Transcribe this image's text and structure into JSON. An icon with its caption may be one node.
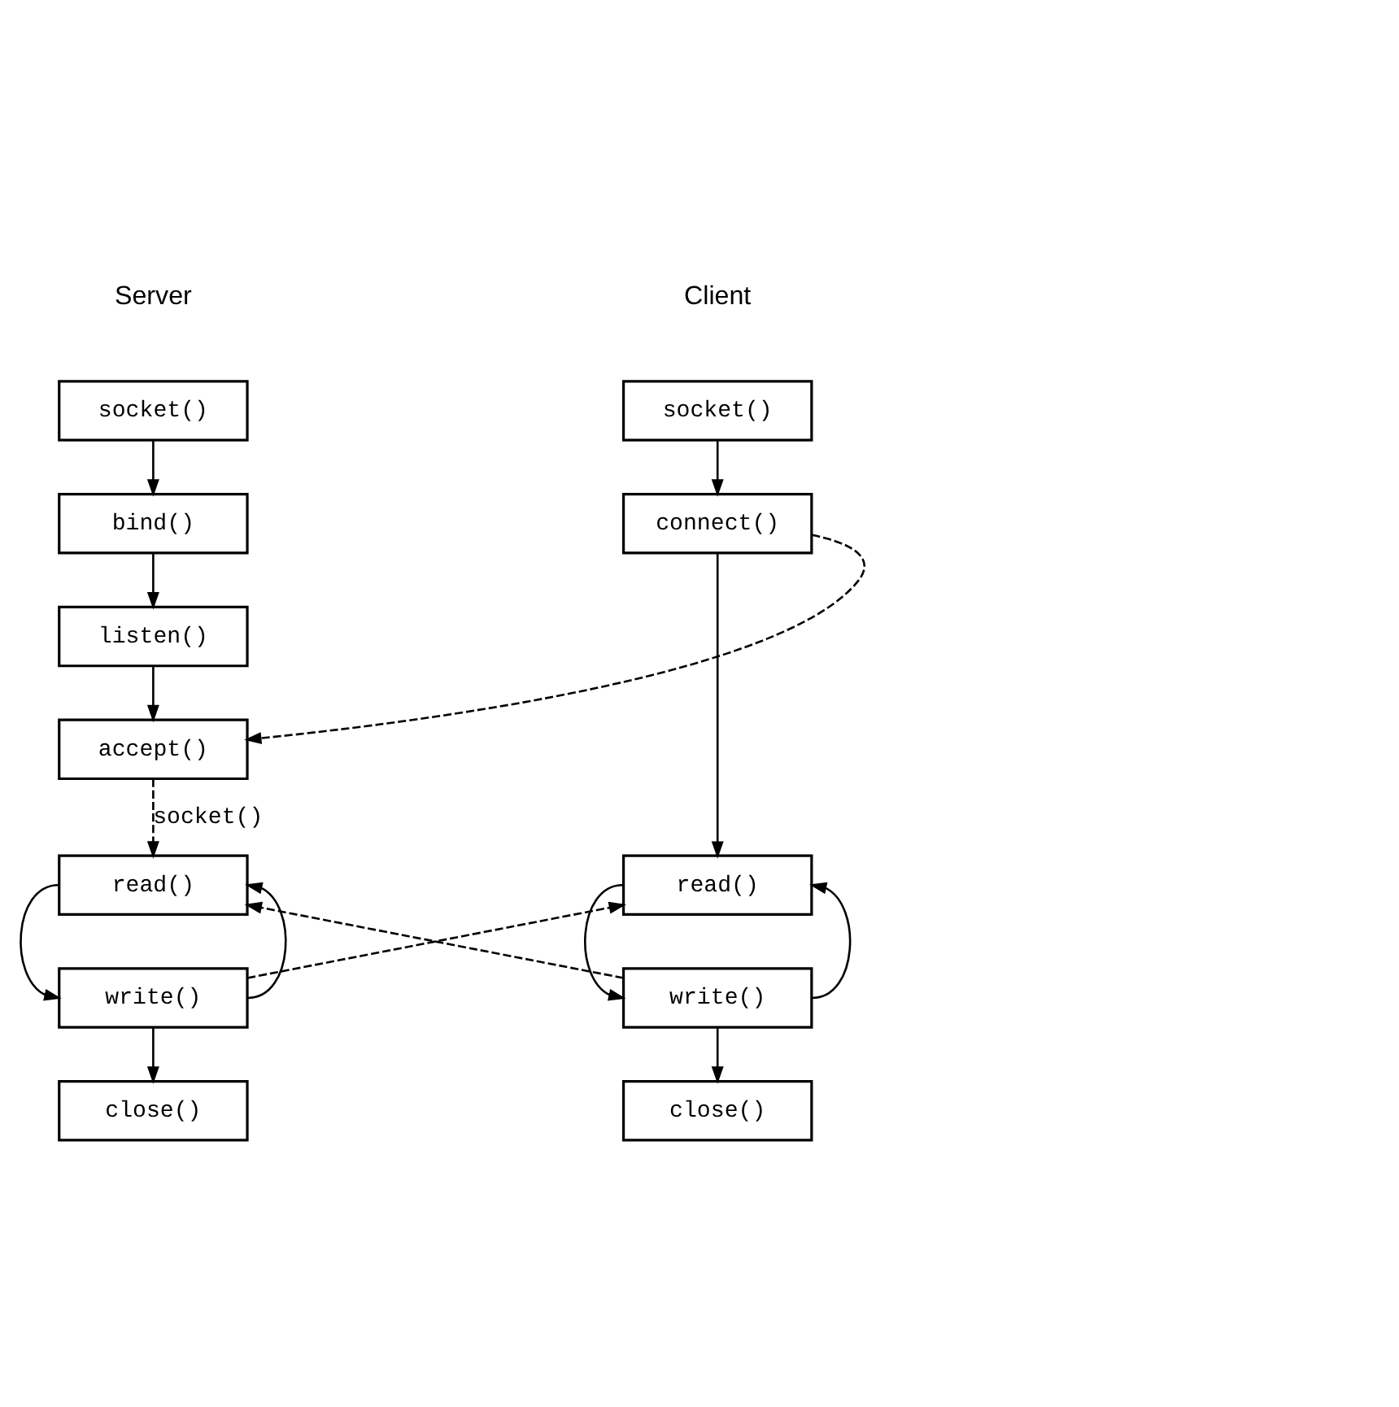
{
  "diagram": {
    "nodes": [
      {
        "text": [
          "socket()"
        ]
      },
      {
        "text": [
          "connect()"
        ]
      },
      {
        "text": [
          "read()"
        ]
      },
      {
        "text": [
          "write()"
        ]
      },
      {
        "text": [
          "close()"
        ]
      },
      {
        "text": [
          "socket()"
        ]
      },
      {
        "text": [
          "bind()"
        ]
      },
      {
        "text": [
          "listen()"
        ]
      },
      {
        "text": [
          "accept()"
        ]
      },
      {
        "text": [
          "read()"
        ]
      },
      {
        "text": [
          "write()"
        ]
      },
      {
        "text": [
          "close()"
        ]
      }
    ],
    "edges": [
      {
        "from": 0,
        "to": 1,
        "arrow": "to"
      },
      {
        "from": 1,
        "to": 2,
        "arrow": "to"
      },
      {
        "from": 2,
        "to": 3,
        "arrow": "to"
      },
      {
        "from": 3,
        "to": 2,
        "arrow": "to"
      },
      {
        "from": 3,
        "to": 4,
        "arrow": "to"
      },
      {
        "from": 5,
        "to": 6,
        "arrow": "to"
      },
      {
        "from": 6,
        "to": 7,
        "arrow": "to"
      },
      {
        "from": 7,
        "to": 8,
        "arrow": "to"
      },
      {
        "from": 1,
        "to": 8,
        "arrow": "to",
        "style": "dashed"
      },
      {
        "from": 8,
        "to": 9,
        "arrow": "to",
        "style": "dashed",
        "label": "socket()"
      },
      {
        "from": 9,
        "to": 10,
        "arrow": "to"
      },
      {
        "from": 10,
        "to": 9,
        "arrow": "to"
      },
      {
        "from": 10,
        "to": 11,
        "arrow": "to"
      },
      {
        "from": 3,
        "to": 9,
        "arrow": "to",
        "style": "dashed"
      },
      {
        "from": 10,
        "to": 2,
        "arrow": "to",
        "style": "dashed"
      }
    ],
    "labels": [
      "Client",
      "Server"
    ]
  }
}
